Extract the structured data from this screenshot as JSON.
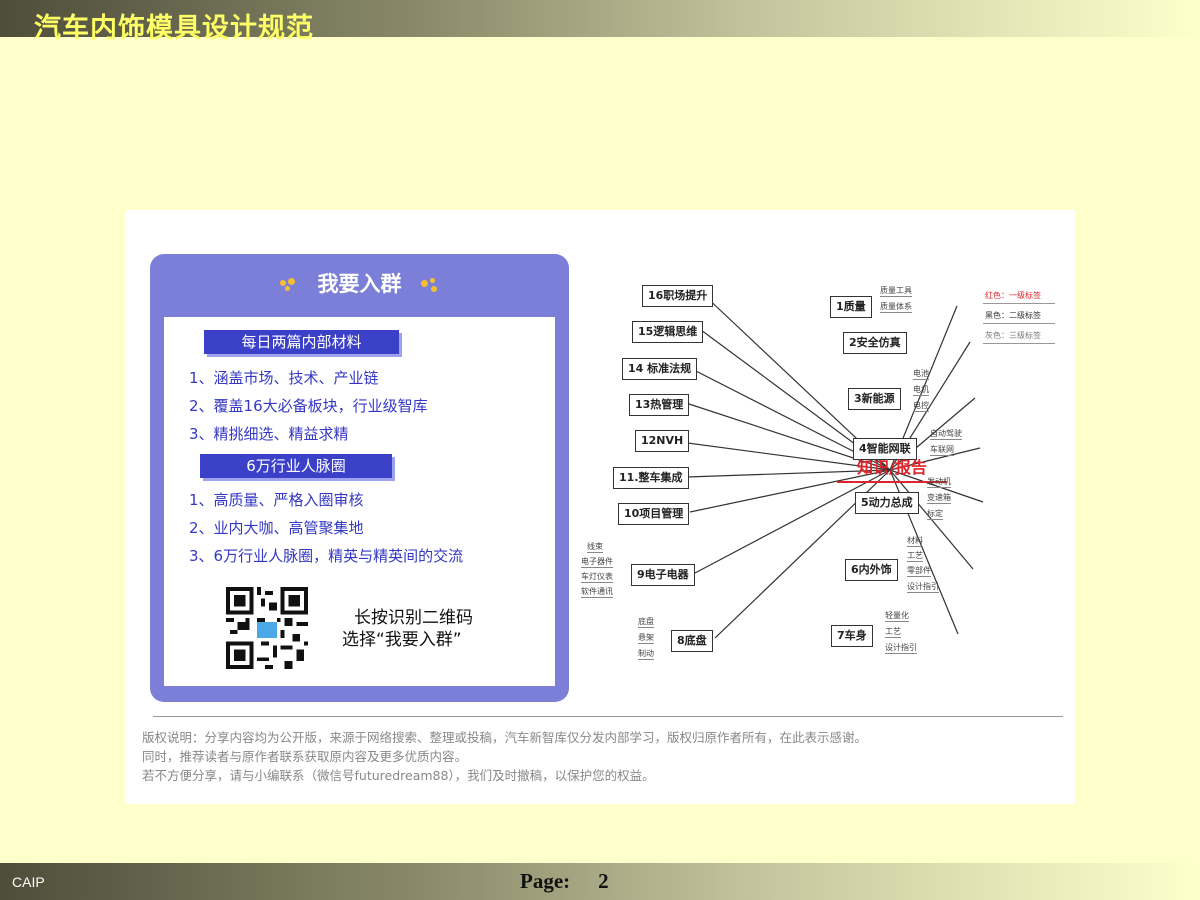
{
  "header": {
    "title": "汽车内饰模具设计规范"
  },
  "footer": {
    "org": "CAIP",
    "page_label": "Page:",
    "page_number": "2"
  },
  "promo": {
    "title": "我要入群",
    "section1": "每日两篇内部材料",
    "items1": [
      "1、涵盖市场、技术、产业链",
      "2、覆盖16大必备板块，行业级智库",
      "3、精挑细选、精益求精"
    ],
    "section2": "6万行业人脉圈",
    "items2": [
      "1、高质量、严格入圈审核",
      "2、业内大咖、高管聚集地",
      "3、6万行业人脉圈，精英与精英间的交流"
    ],
    "qr_line1": "长按识别二维码",
    "qr_line2": "选择“我要入群”"
  },
  "mindmap": {
    "center": "知识/报告",
    "left_nodes": [
      "16职场提升",
      "15逻辑思维",
      "14 标准法规",
      "13热管理",
      "12NVH",
      "11.整车集成",
      "10项目管理",
      "9电子电器",
      "8底盘"
    ],
    "right_nodes": [
      "1质量",
      "2安全仿真",
      "3新能源",
      "4智能网联",
      "5动力总成",
      "6内外饰",
      "7车身"
    ],
    "leaves": {
      "q1": [
        "质量工具",
        "质量体系"
      ],
      "n3": [
        "电池",
        "电机",
        "电控"
      ],
      "n4": [
        "自动驾驶",
        "车联网"
      ],
      "n5": [
        "发动机",
        "变速箱",
        "标定"
      ],
      "n6": [
        "材料",
        "工艺",
        "零部件",
        "设计指引"
      ],
      "n7": [
        "轻量化",
        "工艺",
        "设计指引"
      ],
      "n9": [
        "线束",
        "电子器件",
        "车灯仪表",
        "软件通讯"
      ],
      "n8": [
        "底盘",
        "悬架",
        "制动"
      ]
    },
    "legend": [
      "红色：一级标签",
      "黑色：二级标签",
      "灰色：三级标签"
    ]
  },
  "copyright": {
    "line1": "版权说明：分享内容均为公开版，来源于网络搜索、整理或投稿，汽车新智库仅分发内部学习，版权归原作者所有，在此表示感谢。",
    "line2": "同时，推荐读者与原作者联系获取原内容及更多优质内容。",
    "line3": "若不方便分享，请与小编联系（微信号futuredream88），我们及时撤稿，以保护您的权益。"
  },
  "colors": {
    "header_text": "#ffff66",
    "promo_bg": "#7b7fd8",
    "tag_bg": "#3b40c8",
    "center_red": "#e0242a"
  }
}
